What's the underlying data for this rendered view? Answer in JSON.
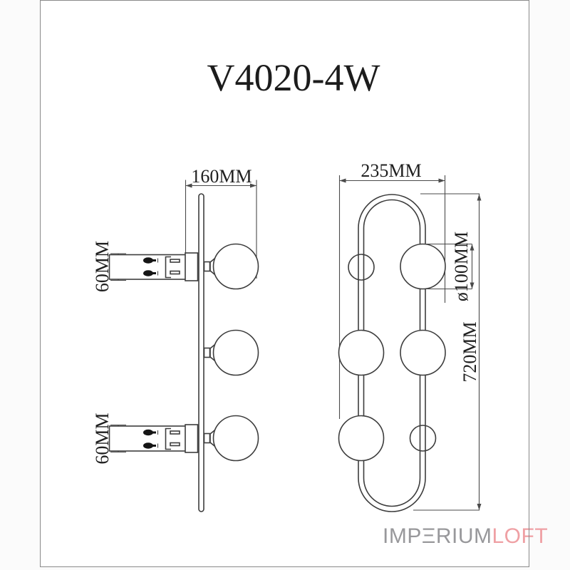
{
  "title": "V4020-4W",
  "side_view": {
    "width_label": "160MM",
    "top_mount_label": "60MM",
    "bottom_mount_label": "60MM"
  },
  "front_view": {
    "width_label": "235MM",
    "globe_diameter_label": "ø100MM",
    "height_label": "720MM"
  },
  "watermark": {
    "full_text": "IMPERIUMLOFT",
    "part_gray": "IMPΞRIUM",
    "part_pink": "LOFT",
    "gray_color": "#98989b",
    "pink_color": "#efa0a4"
  },
  "colors": {
    "drawing_line": "#3d3d3d",
    "dimension_line": "#4a4a4a",
    "label_text": "#1f1f1f",
    "panel_border": "#8a8a8a",
    "panel_background": "#ffffff",
    "page_background": "#fbfbfb"
  }
}
